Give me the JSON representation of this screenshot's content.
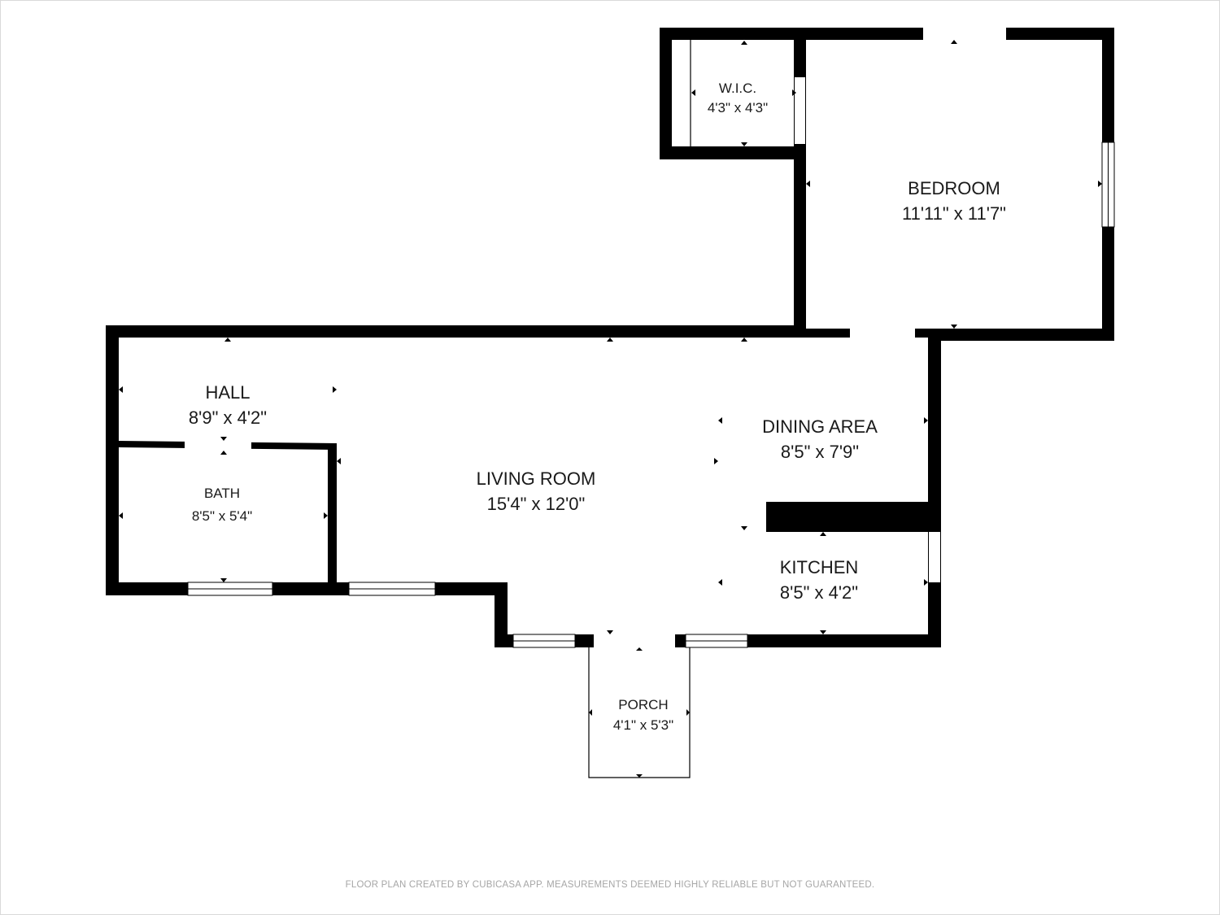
{
  "rooms": {
    "wic": {
      "name": "W.I.C.",
      "dims": "4'3\" x 4'3\""
    },
    "bedroom": {
      "name": "BEDROOM",
      "dims": "11'11\" x 11'7\""
    },
    "hall": {
      "name": "HALL",
      "dims": "8'9\" x 4'2\""
    },
    "bath": {
      "name": "BATH",
      "dims": "8'5\" x 5'4\""
    },
    "living": {
      "name": "LIVING ROOM",
      "dims": "15'4\" x 12'0\""
    },
    "dining": {
      "name": "DINING AREA",
      "dims": "8'5\" x 7'9\""
    },
    "kitchen": {
      "name": "KITCHEN",
      "dims": "8'5\" x 4'2\""
    },
    "porch": {
      "name": "PORCH",
      "dims": "4'1\" x 5'3\""
    }
  },
  "disclaimer": "FLOOR PLAN CREATED BY CUBICASA APP. MEASUREMENTS DEEMED HIGHLY RELIABLE BUT NOT GUARANTEED.",
  "colors": {
    "wall": "#000000",
    "background": "#ffffff",
    "disclaimer": "#a6a6a6"
  }
}
